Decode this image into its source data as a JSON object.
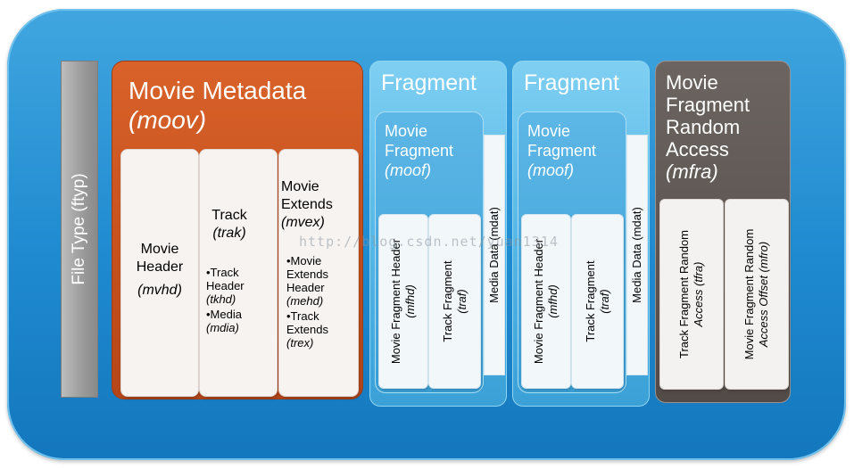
{
  "ftyp": {
    "label": "File Type (ftyp)"
  },
  "moov": {
    "title_line1": "Movie Metadata",
    "title_line2": "(moov)",
    "movie_header": {
      "line1": "Movie",
      "line2": "Header",
      "line3": "(mvhd)"
    },
    "track": {
      "line1": "Track",
      "line2": "(trak)",
      "items": [
        {
          "line1": "•Track",
          "line2": "Header",
          "line3": "(tkhd)"
        },
        {
          "line1": "•Media",
          "line2": "(mdia)"
        }
      ]
    },
    "movie_extends": {
      "line1": "Movie",
      "line2": "Extends",
      "line3": "(mvex)",
      "items": [
        {
          "line1": "•Movie",
          "line2": "Extends",
          "line3": "Header",
          "line4": "(mehd)"
        },
        {
          "line1": "•Track",
          "line2": "Extends",
          "line3": "(trex)"
        }
      ]
    }
  },
  "fragments": [
    {
      "title": "Fragment",
      "moof": {
        "line1": "Movie",
        "line2": "Fragment",
        "line3": "(moof)",
        "header": {
          "line1": "Movie Fragment Header",
          "line2": "(mfhd)"
        },
        "track": {
          "line1": "Track Fragment",
          "line2": "(traf)"
        }
      },
      "mdat": "Media Data (mdat)"
    },
    {
      "title": "Fragment",
      "moof": {
        "line1": "Movie",
        "line2": "Fragment",
        "line3": "(moof)",
        "header": {
          "line1": "Movie Fragment Header",
          "line2": "(mfhd)"
        },
        "track": {
          "line1": "Track Fragment",
          "line2": "(traf)"
        }
      },
      "mdat": "Media Data (mdat)"
    }
  ],
  "mfra": {
    "line1": "Movie",
    "line2": "Fragment",
    "line3": "Random",
    "line4": "Access",
    "line5": "(mfra)",
    "tfra": {
      "line1": "Track Fragment Random",
      "line2": "Access (tfra)"
    },
    "mfro": {
      "line1": "Movie Fragment Random",
      "line2": "Access Offset (mfro)"
    }
  },
  "watermark": "http://blog.csdn.net/yuan1314",
  "colors": {
    "container": "#1f8ad0",
    "moov": "#c5501c",
    "fragment": "#58b8e6",
    "mfra": "#524b47",
    "ftyp": "#9a9a9a"
  }
}
